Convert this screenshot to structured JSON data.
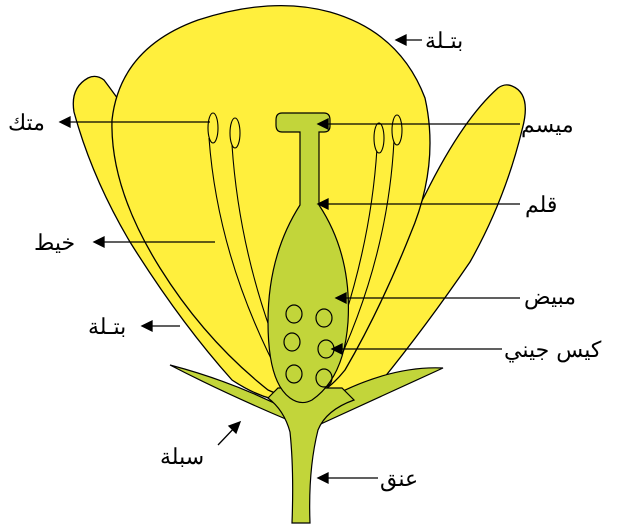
{
  "labels": {
    "petal_top": "بتـلة",
    "anther": "متك",
    "stigma": "ميسم",
    "style": "قلم",
    "filament": "خيط",
    "ovary": "مبيض",
    "petal_side": "بتـلة",
    "embryo_sac": "كيس جيني",
    "sepal": "سبلة",
    "neck": "عنق"
  },
  "colors": {
    "petal_fill": "#FFEF3D",
    "pistil_fill": "#C2D53A",
    "outline": "#000000",
    "background": "#FFFFFF"
  }
}
